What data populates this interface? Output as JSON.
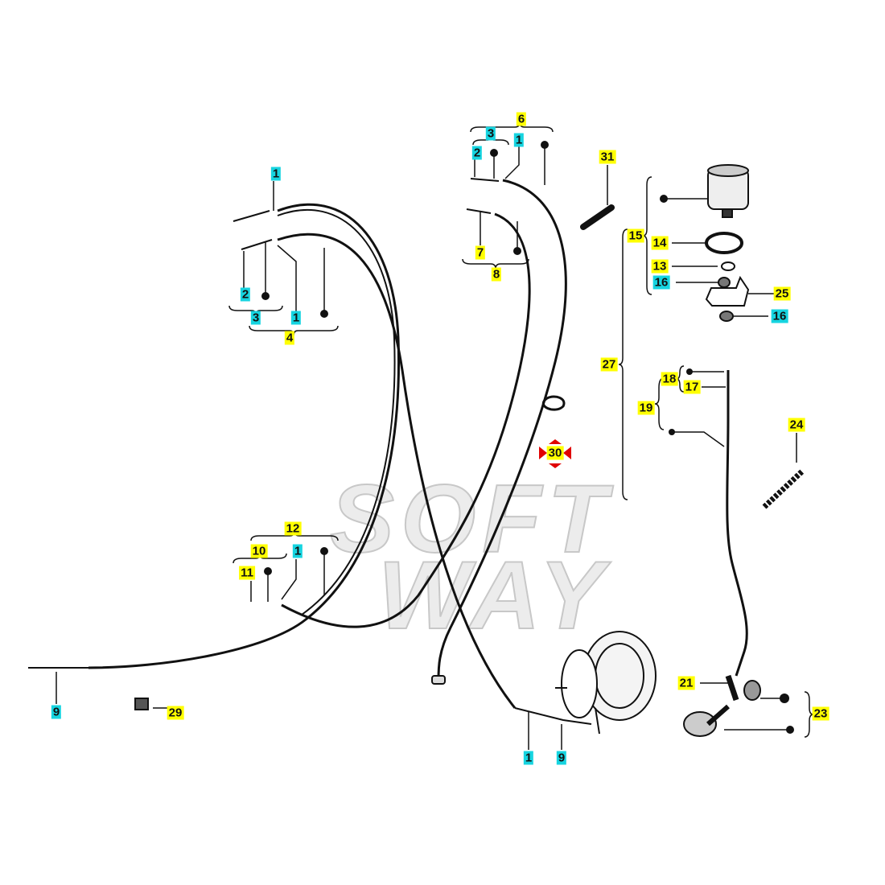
{
  "watermark": {
    "line1": "SOFT",
    "line2": "WAY"
  },
  "labels": [
    {
      "text": "1",
      "color": "cyan"
    },
    {
      "text": "2",
      "color": "cyan"
    },
    {
      "text": "3",
      "color": "cyan"
    },
    {
      "text": "1",
      "color": "cyan"
    },
    {
      "text": "4",
      "color": "yellow"
    },
    {
      "text": "6",
      "color": "yellow"
    },
    {
      "text": "3",
      "color": "cyan"
    },
    {
      "text": "2",
      "color": "cyan"
    },
    {
      "text": "1",
      "color": "cyan"
    },
    {
      "text": "7",
      "color": "yellow"
    },
    {
      "text": "8",
      "color": "yellow"
    },
    {
      "text": "31",
      "color": "yellow"
    },
    {
      "text": "15",
      "color": "yellow"
    },
    {
      "text": "14",
      "color": "yellow"
    },
    {
      "text": "13",
      "color": "yellow"
    },
    {
      "text": "16",
      "color": "cyan"
    },
    {
      "text": "25",
      "color": "yellow"
    },
    {
      "text": "16",
      "color": "cyan"
    },
    {
      "text": "27",
      "color": "yellow"
    },
    {
      "text": "18",
      "color": "yellow"
    },
    {
      "text": "17",
      "color": "yellow"
    },
    {
      "text": "19",
      "color": "yellow"
    },
    {
      "text": "24",
      "color": "yellow"
    },
    {
      "text": "30",
      "color": "yellow"
    },
    {
      "text": "12",
      "color": "yellow"
    },
    {
      "text": "10",
      "color": "yellow"
    },
    {
      "text": "1",
      "color": "cyan"
    },
    {
      "text": "11",
      "color": "yellow"
    },
    {
      "text": "9",
      "color": "cyan"
    },
    {
      "text": "29",
      "color": "yellow"
    },
    {
      "text": "21",
      "color": "yellow"
    },
    {
      "text": "23",
      "color": "yellow"
    },
    {
      "text": "1",
      "color": "cyan"
    },
    {
      "text": "9",
      "color": "cyan"
    }
  ],
  "colors": {
    "yellow": "#ffff00",
    "cyan": "#16d4e0",
    "marker": "#e00000"
  }
}
